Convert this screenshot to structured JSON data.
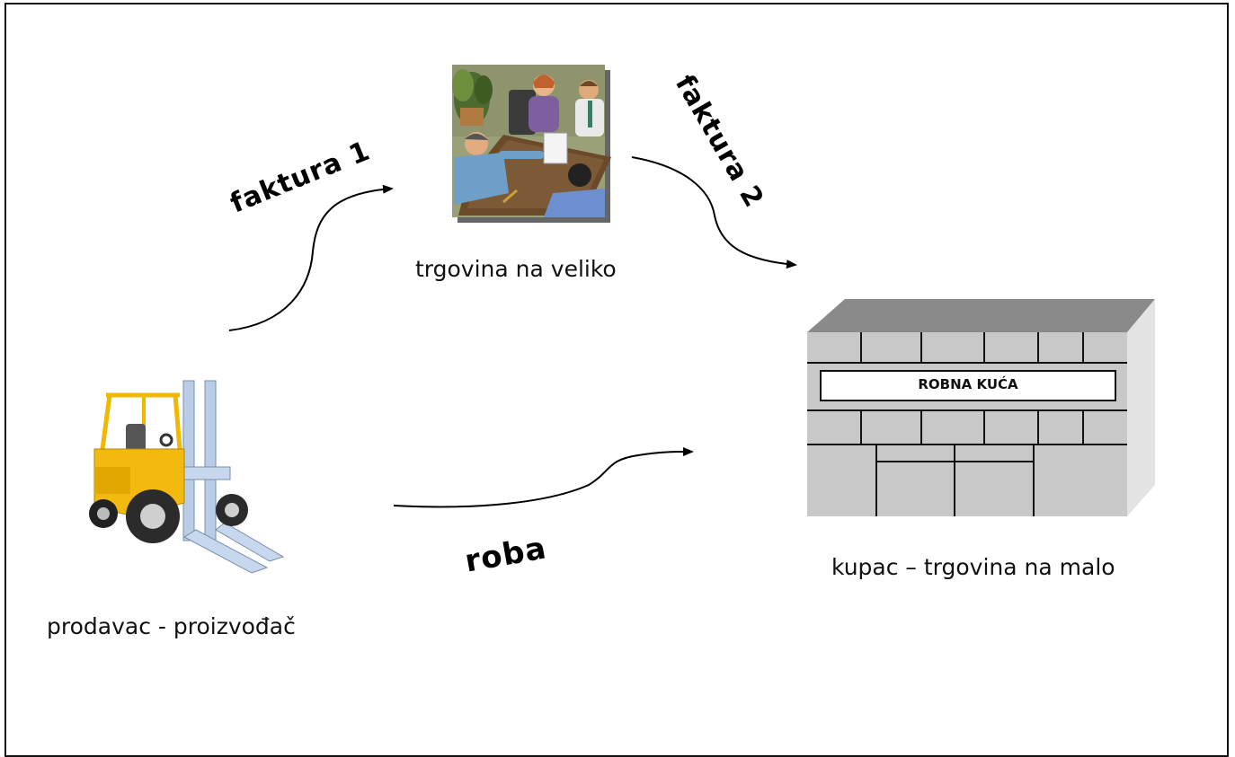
{
  "nodes": {
    "seller": {
      "label": "prodavac - proizvođač",
      "icon": "forklift-icon"
    },
    "wholesale": {
      "label": "trgovina na veliko",
      "icon": "business-meeting-icon"
    },
    "buyer": {
      "label": "kupac – trgovina na malo",
      "icon": "department-store-icon",
      "sign": "ROBNA KUĆA"
    }
  },
  "edges": [
    {
      "from": "seller",
      "to": "wholesale",
      "label": "faktura 1"
    },
    {
      "from": "wholesale",
      "to": "buyer",
      "label": "faktura 2"
    },
    {
      "from": "seller",
      "to": "buyer",
      "label": "roba"
    }
  ]
}
